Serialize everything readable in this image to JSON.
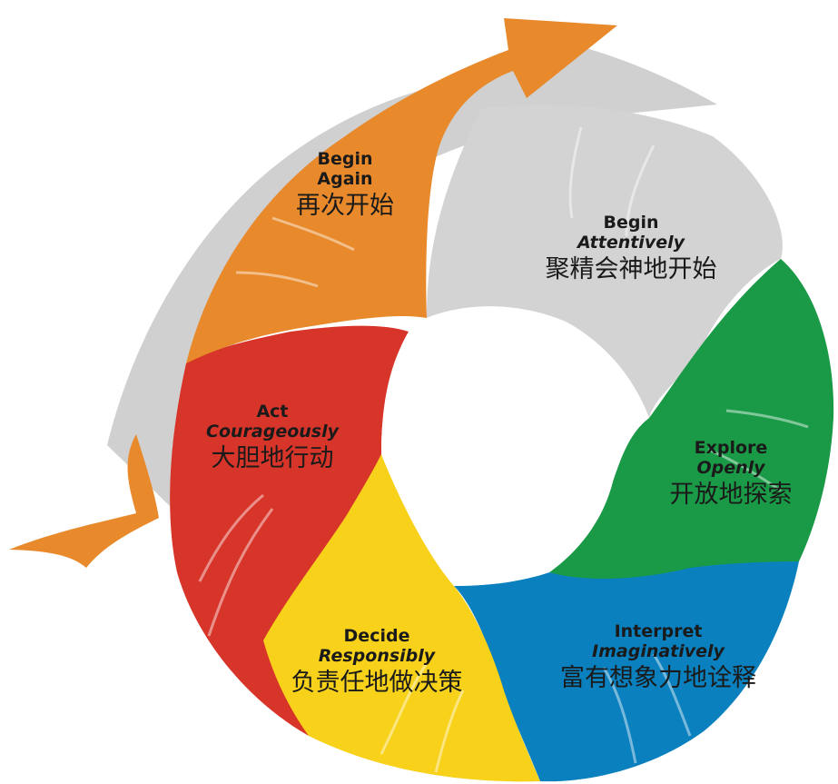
{
  "stages": [
    {
      "id": "begin-again",
      "line1": "Begin",
      "line2": "Again",
      "chinese": "再次开始",
      "color": "#E8892B"
    },
    {
      "id": "begin-attentively",
      "line1": "Begin",
      "line2": "Attentively",
      "chinese": "聚精会神地开始",
      "color": "#D3D3D3"
    },
    {
      "id": "explore-openly",
      "line1": "Explore",
      "line2": "Openly",
      "chinese": "开放地探索",
      "color": "#1A9A46"
    },
    {
      "id": "interpret-imaginatively",
      "line1": "Interpret",
      "line2": "Imaginatively",
      "chinese": "富有想象力地诠释",
      "color": "#0A80BE"
    },
    {
      "id": "decide-responsibly",
      "line1": "Decide",
      "line2": "Responsibly",
      "chinese": "负责任地做决策",
      "color": "#F7D11A"
    },
    {
      "id": "act-courageously",
      "line1": "Act",
      "line2": "Courageously",
      "chinese": "大胆地行动",
      "color": "#D8352A"
    }
  ],
  "arrow_colors": {
    "outer_orange": "#E8892B",
    "outer_gray": "#D0D0D0"
  }
}
